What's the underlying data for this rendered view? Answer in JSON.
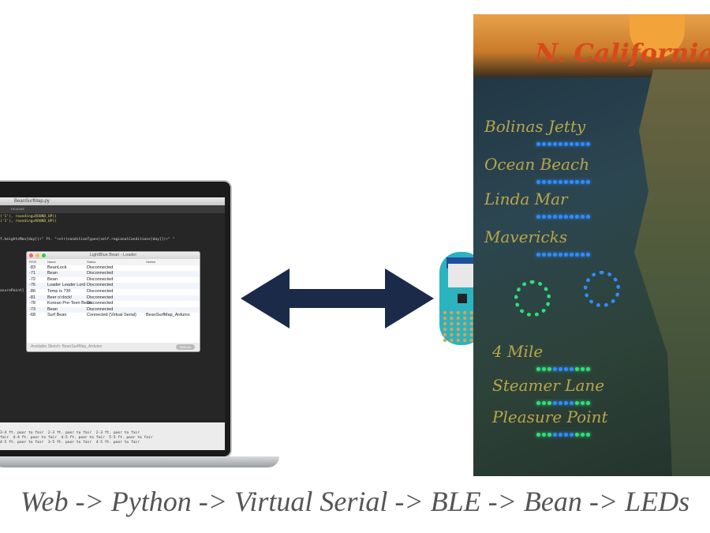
{
  "editor": {
    "file_title": "BeanSurfMap.py",
    "tab": "README",
    "code_lines": [
      "('1'), rounding=ROUND_UP))",
      "('1'), rounding=ROUND_UP))",
      "f.heightsMax[day])+\" ft. \"+str(conditionTypes[self.regionalConditions[day]])+\" \"",
      "asurePoint]"
    ]
  },
  "terminal": {
    "lines": [
      "3-4 ft. poor to fair  2-3 ft. poor to fair  2-3 ft. poor to fair",
      "fair  4-4 ft. poor to fair  4-5 ft. poor to fair  5-5 ft. poor to fair",
      "4-5 ft. poor to fair  3-5 ft. poor to fair  4-5 ft. poor to fair"
    ]
  },
  "loader": {
    "title": "LightBlue Bean - Loader",
    "columns": [
      "RSSI",
      "Name",
      "Status",
      "Sketch"
    ],
    "rows": [
      [
        "-83",
        "BeanLock",
        "Disconnected",
        ""
      ],
      [
        "-71",
        "Bean",
        "Disconnected",
        ""
      ],
      [
        "-72",
        "Bean",
        "Disconnected",
        ""
      ],
      [
        "-76",
        "Loader Leader Lord",
        "Disconnected",
        ""
      ],
      [
        "-86",
        "Temp is 73F",
        "Disconnected",
        ""
      ],
      [
        "-81",
        "Beer o'clock!",
        "Disconnected",
        ""
      ],
      [
        "-78",
        "Korean Pre-Teen Bean",
        "Disconnected",
        ""
      ],
      [
        "-73",
        "Bean",
        "Disconnected",
        ""
      ],
      [
        "-68",
        "Surf Bean",
        "Connected  (Virtual Serial)",
        "BeanSurfMap_Arduino"
      ]
    ],
    "footer": "Available Sketch:  BeanSurfMap_Arduino",
    "refresh": "Refresh"
  },
  "map": {
    "title": "N. California",
    "locations": [
      "Bolinas Jetty",
      "Ocean Beach",
      "Linda Mar",
      "Mavericks",
      "4 Mile",
      "Steamer Lane",
      "Pleasure Point"
    ]
  },
  "caption": "Web -> Python -> Virtual Serial -> BLE -> Bean -> LEDs",
  "colors": {
    "arrow": "#1c2a4a",
    "led_blue": "#2f8cff",
    "led_green": "#2fe07a",
    "board": "#2bb3c0"
  }
}
